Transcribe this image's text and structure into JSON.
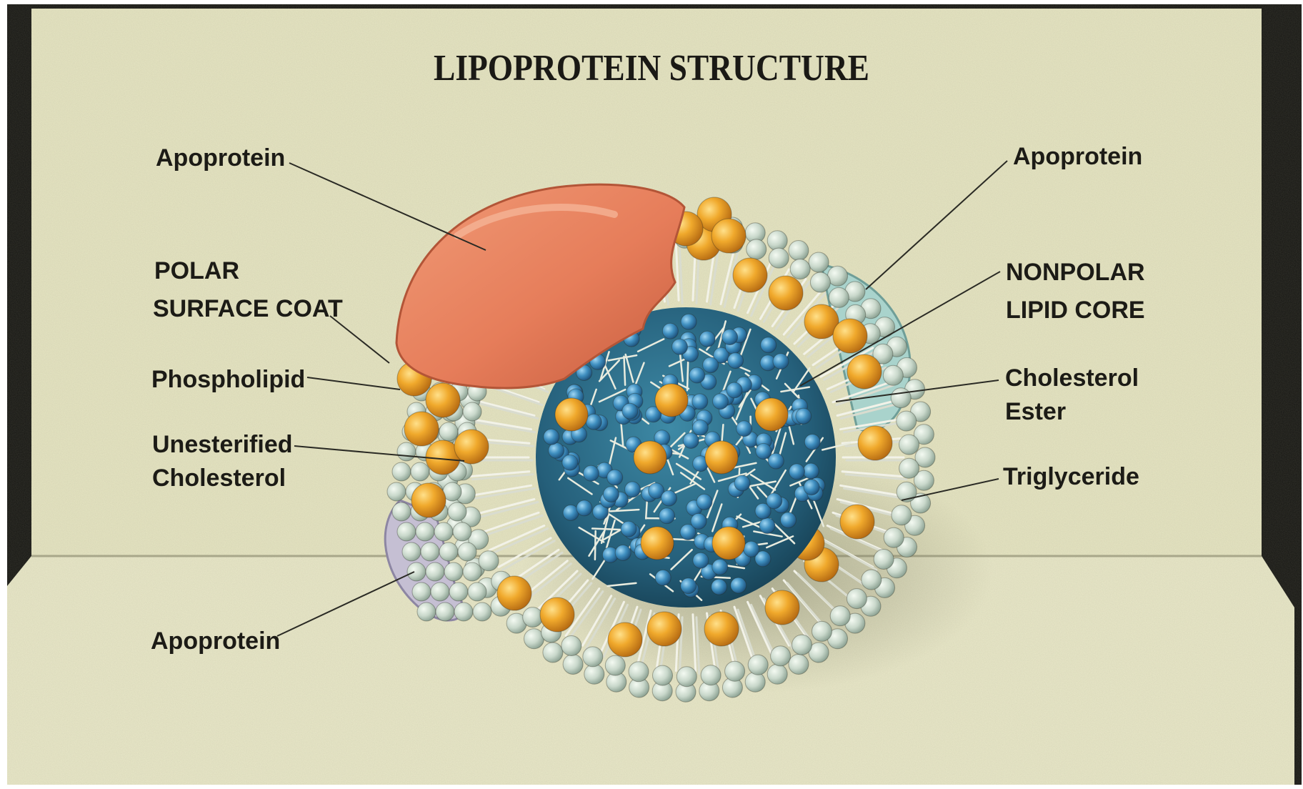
{
  "title": "LIPOPROTEIN STRUCTURE",
  "labels": {
    "apoprotein_top_left": "Apoprotein",
    "polar_surface_coat_line1": "POLAR",
    "polar_surface_coat_line2": "SURFACE COAT",
    "phospholipid": "Phospholipid",
    "unesterified_line1": "Unesterified",
    "unesterified_line2": "Cholesterol",
    "apoprotein_bottom_left": "Apoprotein",
    "apoprotein_top_right": "Apoprotein",
    "nonpolar_line1": "NONPOLAR",
    "nonpolar_line2": "LIPID CORE",
    "cholesterol_ester_line1": "Cholesterol",
    "cholesterol_ester_line2": "Ester",
    "triglyceride": "Triglyceride"
  },
  "colors": {
    "background": "#e6e5c2",
    "floor": "#e9e8c8",
    "frame": "#111111",
    "apoprotein_large": "#e98563",
    "apoprotein_small_right": "#a9d3cc",
    "apoprotein_small_left": "#c5bfd3",
    "phospholipid_head": "#edaa2c",
    "polar_head": "#cfdccf",
    "core_ball": "#3f8fc0",
    "core": "#2a6f8c"
  }
}
